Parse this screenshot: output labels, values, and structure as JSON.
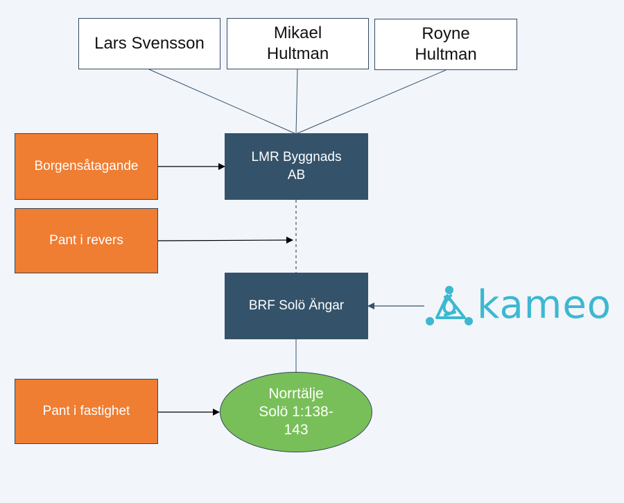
{
  "colors": {
    "background": "#f2f5fa",
    "orange": "#ef7d32",
    "entity": "#34536a",
    "ellipse": "#78bf59",
    "kameo": "#3cb8d0",
    "line": "#34536a"
  },
  "owners": [
    {
      "label": "Lars Svensson"
    },
    {
      "label": "Mikael\nHultman"
    },
    {
      "label": "Royne\nHultman"
    }
  ],
  "company": {
    "label": "LMR Byggnads\nAB"
  },
  "brf": {
    "label": "BRF Solö Ängar"
  },
  "property": {
    "label": "Norrtälje\nSolö 1:138-\n143"
  },
  "securities": [
    {
      "label": "Borgensåtagande"
    },
    {
      "label": "Pant i revers"
    },
    {
      "label": "Pant i fastighet"
    }
  ],
  "lender": {
    "name": "kameo",
    "icon": "kameo-logo-icon"
  }
}
